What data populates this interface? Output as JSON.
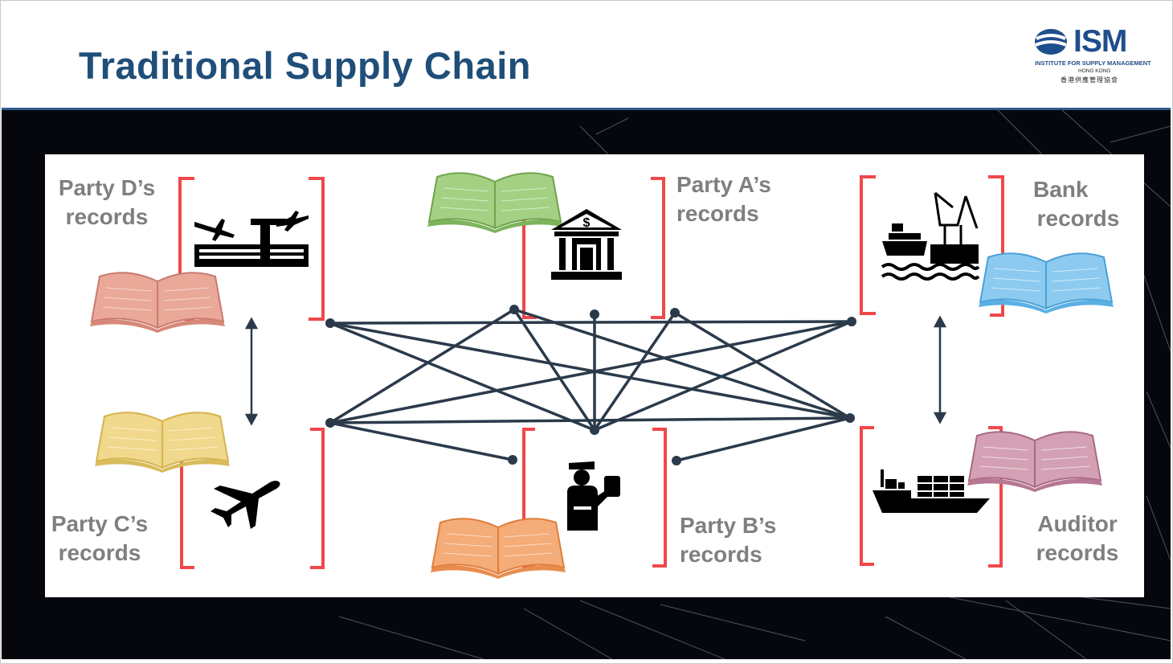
{
  "slide": {
    "title": "Traditional Supply Chain"
  },
  "logo": {
    "name": "ISM",
    "subtitle": "INSTITUTE FOR SUPPLY MANAGEMENT",
    "region": "HONG KONG",
    "chinese_name": "香港供應管理協會"
  },
  "parties": [
    {
      "id": "party-d",
      "line1": "Party D’s",
      "line2": "records",
      "icon": "airport-icon",
      "book_color": "#e8a090"
    },
    {
      "id": "party-a",
      "line1": "Party A’s",
      "line2": "records",
      "icon": "bank-icon",
      "book_color": "#9cc878"
    },
    {
      "id": "bank",
      "line1": "Bank",
      "line2": "records",
      "icon": "port-crane-icon",
      "book_color": "#7cc4ea"
    },
    {
      "id": "party-c",
      "line1": "Party C’s",
      "line2": "records",
      "icon": "airplane-icon",
      "book_color": "#ecd27c"
    },
    {
      "id": "party-b",
      "line1": "Party B’s",
      "line2": "records",
      "icon": "customs-officer-icon",
      "book_color": "#f0a068"
    },
    {
      "id": "auditor",
      "line1": "Auditor",
      "line2": "records",
      "icon": "cargo-ship-icon",
      "book_color": "#c88aa0"
    }
  ],
  "colors": {
    "title": "#1f4e79",
    "bracket": "#f0484a",
    "network": "#2b3a4a",
    "label": "#7f7f7f"
  }
}
